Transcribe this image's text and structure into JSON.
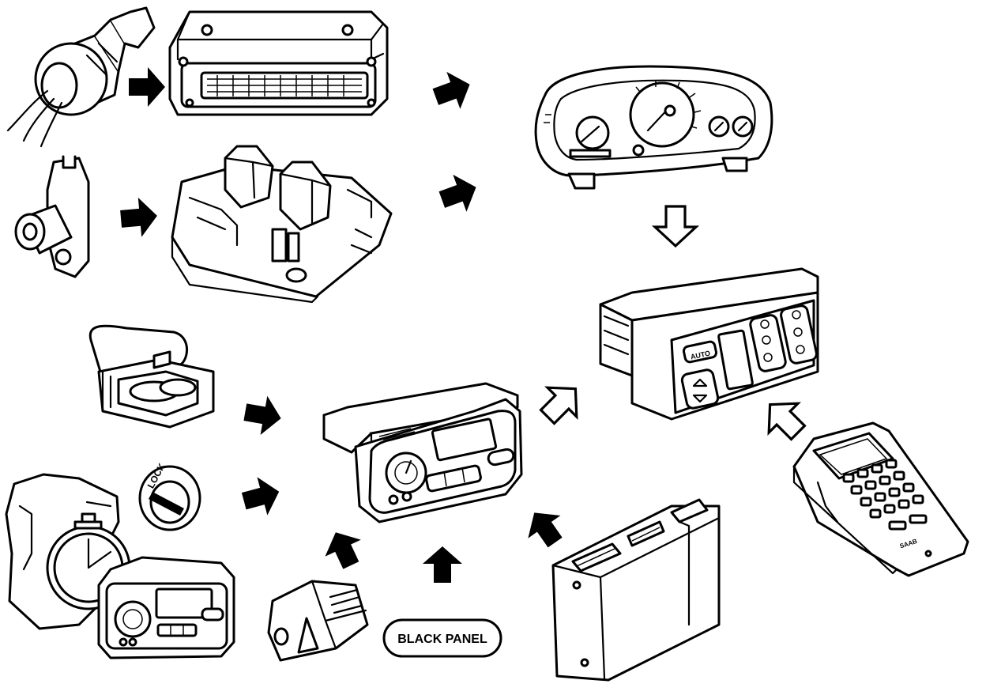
{
  "labels": {
    "black_panel": "BLACK PANEL",
    "lock": "LOCK",
    "auto": "AUTO",
    "saab": "SAAB"
  },
  "colors": {
    "ink": "#000000",
    "paper": "#ffffff"
  }
}
